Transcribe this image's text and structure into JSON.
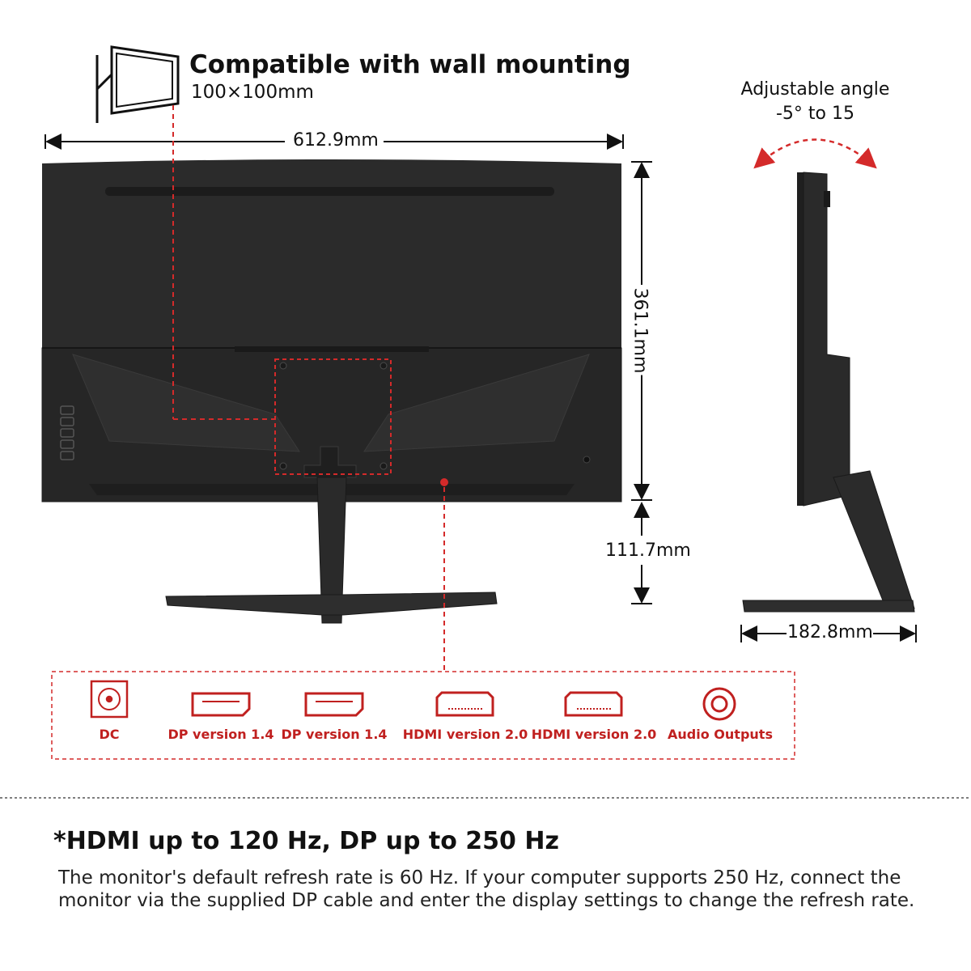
{
  "wall_mount": {
    "title": "Compatible with wall mounting",
    "spec": "100×100mm"
  },
  "dimensions": {
    "width": "612.9mm",
    "height": "361.1mm",
    "stand_height": "111.7mm",
    "depth": "182.8mm"
  },
  "tilt": {
    "line1": "Adjustable angle",
    "line2": "-5° to 15"
  },
  "ports": [
    {
      "label": "DC",
      "icon": "dc-power-icon"
    },
    {
      "label": "DP version 1.4",
      "icon": "displayport-icon"
    },
    {
      "label": "DP version 1.4",
      "icon": "displayport-icon"
    },
    {
      "label": "HDMI version 2.0",
      "icon": "hdmi-icon"
    },
    {
      "label": "HDMI version 2.0",
      "icon": "hdmi-icon"
    },
    {
      "label": "Audio Outputs",
      "icon": "audio-jack-icon"
    }
  ],
  "note": {
    "title": "*HDMI up to 120 Hz, DP up to 250 Hz",
    "body": "The monitor's default refresh rate is 60 Hz. If your computer supports 250 Hz, connect the monitor via the supplied DP cable and enter the display settings to change the refresh rate."
  },
  "colors": {
    "accent_red": "#c0201f",
    "monitor_body": "#2b2b2b",
    "monitor_lower": "#262626"
  }
}
